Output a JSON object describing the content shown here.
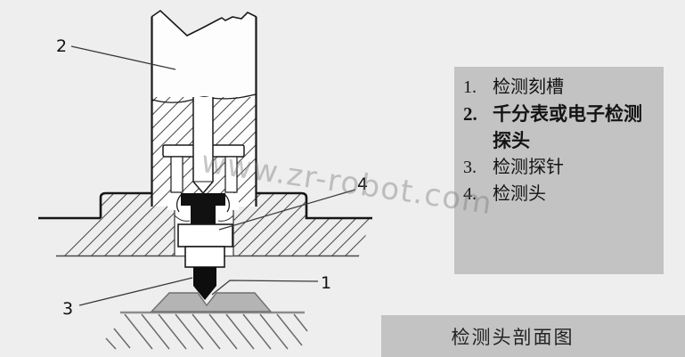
{
  "watermark": {
    "text": "www.zr-robot.com"
  },
  "legend": {
    "bg_color": "#c3c3c3",
    "items": [
      {
        "num": "1.",
        "text": "检测刻槽"
      },
      {
        "num": "2.",
        "text": "千分表或电子检测探头"
      },
      {
        "num": "3.",
        "text": "检测探针"
      },
      {
        "num": "4.",
        "text": "检测头"
      }
    ]
  },
  "caption": {
    "text": "检测头剖面图",
    "bg_color": "#c3c3c3"
  },
  "diagram": {
    "callouts": {
      "groove": "1",
      "dial_indicator": "2",
      "stylus": "3",
      "head": "4"
    },
    "colors": {
      "background": "#eeeeee",
      "line": "#1a1a1a",
      "solid_black_parts": "#111111",
      "workpiece_gray": "#b4b4b4",
      "hatch": "#4f4f4f"
    }
  }
}
